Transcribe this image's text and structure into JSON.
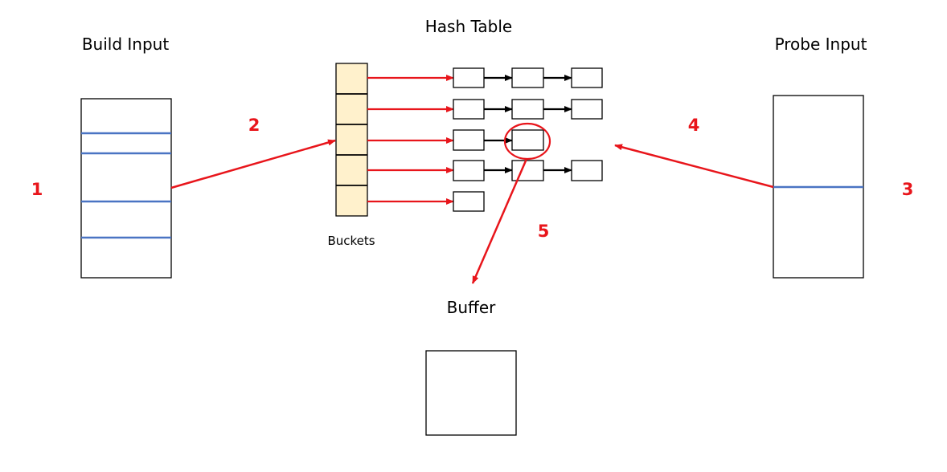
{
  "titles": {
    "build_input": "Build Input",
    "hash_table": "Hash Table",
    "probe_input": "Probe Input",
    "buffer": "Buffer",
    "buckets": "Buckets"
  },
  "steps": [
    "1",
    "2",
    "3",
    "4",
    "5"
  ],
  "colors": {
    "red": "#e8151b",
    "blue": "#4a74c3",
    "bucket_fill": "#fff1cc",
    "black": "#000000"
  }
}
